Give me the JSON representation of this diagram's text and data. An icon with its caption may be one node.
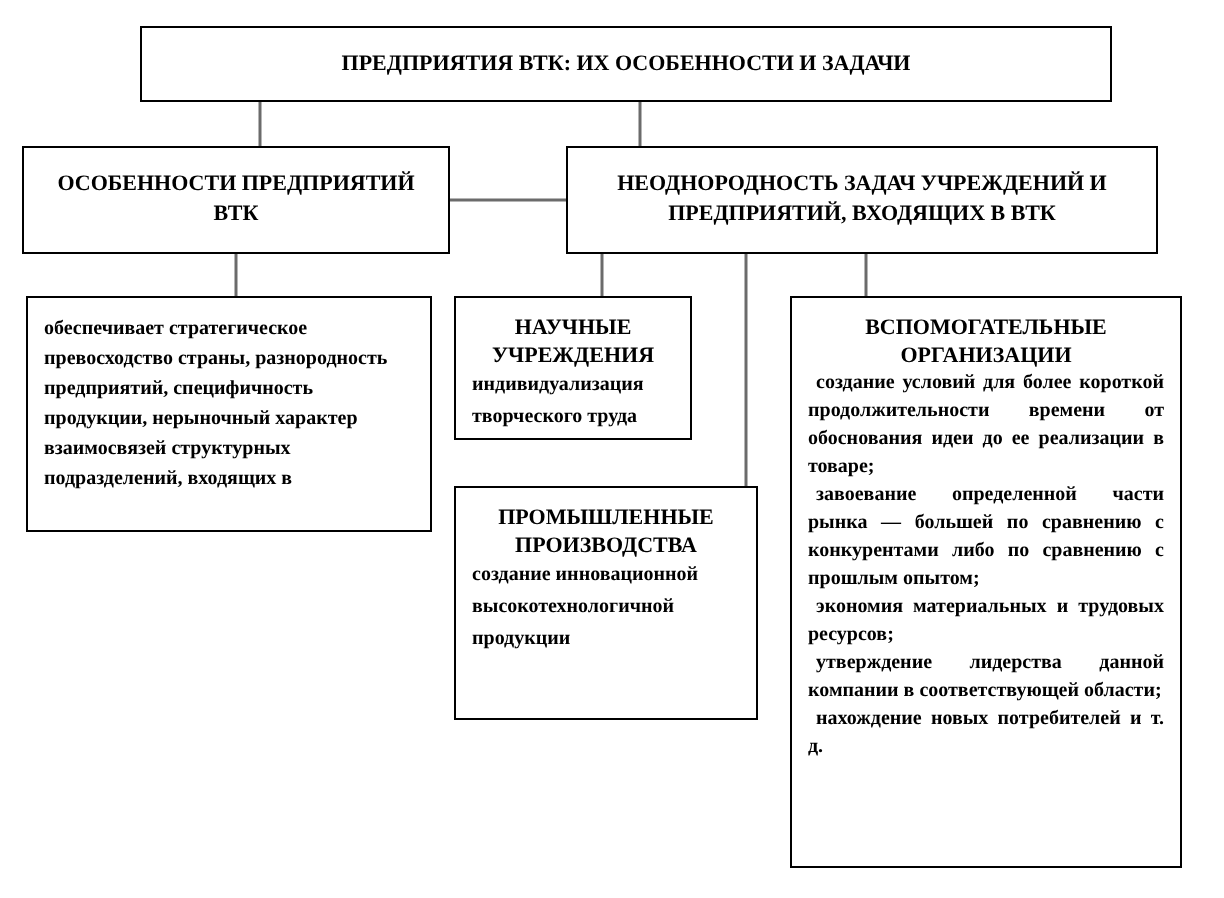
{
  "diagram": {
    "nodes": [
      {
        "text": [
          "ПРЕДПРИЯТИЯ ВТК: ИХ ОСОБЕННОСТИ И ЗАДАЧИ"
        ]
      },
      {
        "text": [
          "ОСОБЕННОСТИ ПРЕДПРИЯТИЙ ВТК"
        ]
      },
      {
        "text": [
          "НЕОДНОРОДНОСТЬ ЗАДАЧ УЧРЕЖДЕНИЙ И ПРЕДПРИЯТИЙ, ВХОДЯЩИХ В ВТК"
        ]
      },
      {
        "text": [
          "обеспечивает стратегическое превосходство страны, разнородность предприятий, специфичность продукции, нерыночный характер взаимосвязей структурных подразделений, входящих в"
        ]
      },
      {
        "text": [
          "НАУЧНЫЕ УЧРЕЖДЕНИЯ",
          "индивидуализация творческого труда"
        ]
      },
      {
        "text": [
          "ПРОМЫШЛЕННЫЕ ПРОИЗВОДСТВА",
          "создание инновационной высокотехнологичной продукции"
        ]
      },
      {
        "text": [
          "ВСПОМОГАТЕЛЬНЫЕ ОРГАНИЗАЦИИ",
          "создание условий для более короткой продолжительности времени от обоснования идеи до ее реализации в товаре;",
          "завоевание определенной части рынка — большей по сравнению с конкурентами либо по сравнению с прошлым опытом;",
          "экономия материальных и трудовых ресурсов;",
          "утверждение лидерства данной компании в соответствующей области;",
          "нахождение новых потребителей и т. д."
        ]
      }
    ],
    "edges": [
      {
        "from": 0,
        "to": 1,
        "arrow": "none"
      },
      {
        "from": 0,
        "to": 2,
        "arrow": "none"
      },
      {
        "from": 1,
        "to": 2,
        "arrow": "none"
      },
      {
        "from": 1,
        "to": 3,
        "arrow": "none"
      },
      {
        "from": 2,
        "to": 4,
        "arrow": "none"
      },
      {
        "from": 2,
        "to": 5,
        "arrow": "none"
      },
      {
        "from": 2,
        "to": 6,
        "arrow": "none"
      }
    ]
  }
}
